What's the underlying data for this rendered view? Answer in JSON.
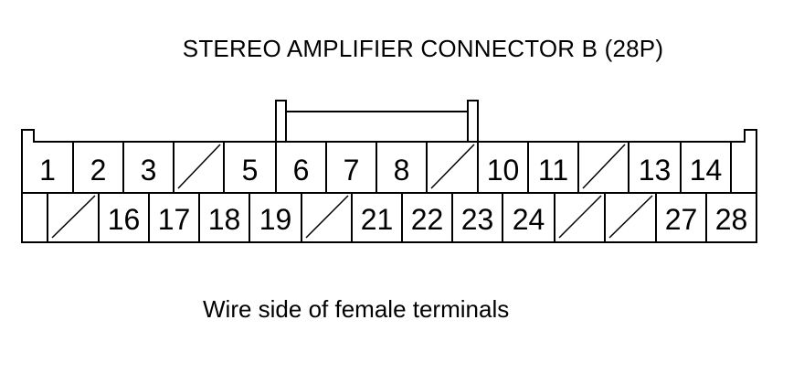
{
  "diagram": {
    "title": "STEREO AMPLIFIER CONNECTOR B (28P)",
    "caption": "Wire side of female terminals",
    "line_color": "#000000",
    "rows": [
      {
        "cells": [
          {
            "label": "1"
          },
          {
            "label": "2"
          },
          {
            "label": "3"
          },
          {
            "label": ""
          },
          {
            "label": "5"
          },
          {
            "label": "6"
          },
          {
            "label": "7"
          },
          {
            "label": "8"
          },
          {
            "label": ""
          },
          {
            "label": "10"
          },
          {
            "label": "11"
          },
          {
            "label": ""
          },
          {
            "label": "13"
          },
          {
            "label": "14"
          },
          {
            "label": ""
          }
        ]
      },
      {
        "cells": [
          {
            "label": ""
          },
          {
            "label": ""
          },
          {
            "label": "16"
          },
          {
            "label": "17"
          },
          {
            "label": "18"
          },
          {
            "label": "19"
          },
          {
            "label": ""
          },
          {
            "label": "21"
          },
          {
            "label": "22"
          },
          {
            "label": "23"
          },
          {
            "label": "24"
          },
          {
            "label": ""
          },
          {
            "label": ""
          },
          {
            "label": "27"
          },
          {
            "label": "28"
          }
        ]
      }
    ]
  }
}
